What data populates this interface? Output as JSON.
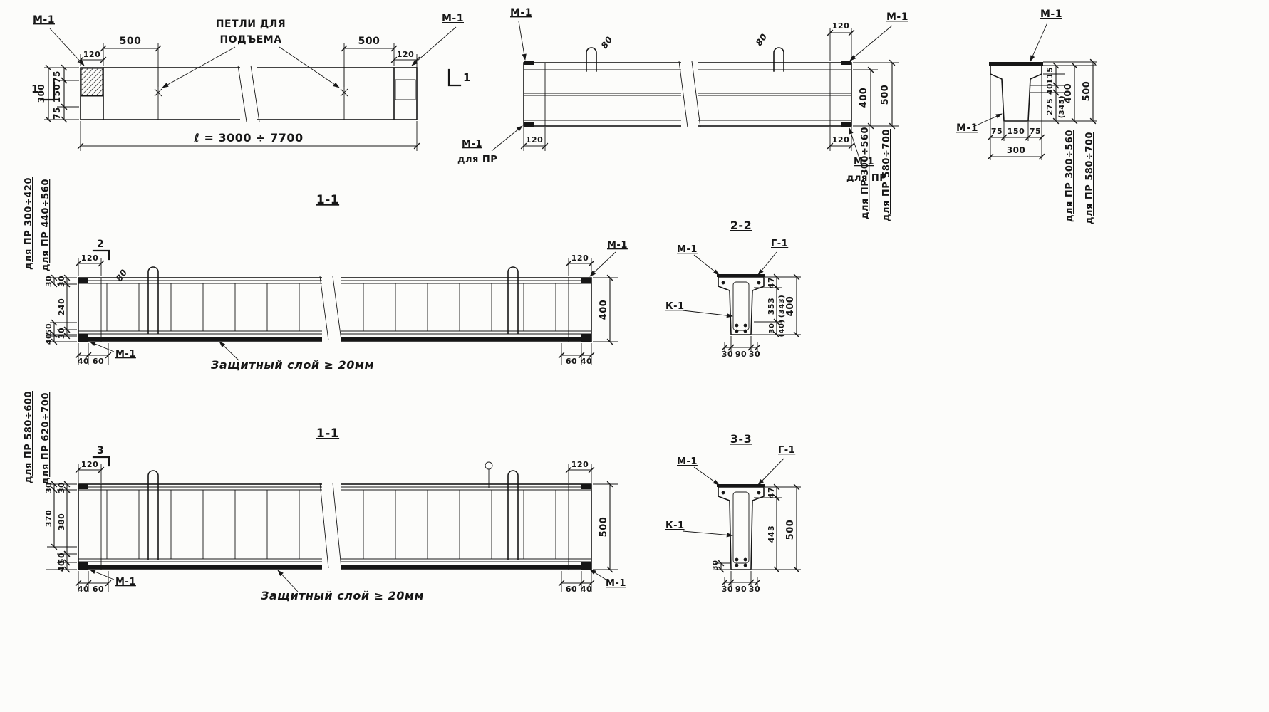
{
  "plan": {
    "m1": "М-1",
    "dim500": "500",
    "dim120": "120",
    "loops1": "ПЕТЛИ ДЛЯ",
    "loops2": "ПОДЪЕМА",
    "length": "ℓ = 3000 ÷ 7700",
    "dim75": "75",
    "dim150": "150",
    "dim300": "300",
    "cut": "1"
  },
  "elevation": {
    "m1": "М-1",
    "dim80": "80",
    "dim120": "120",
    "m1_pr1": "М-1",
    "m1_pr2": "для ПР",
    "dim400": "400",
    "dim500": "500",
    "range400": "для ПР 300÷560",
    "range500": "для ПР 580÷700"
  },
  "end_section": {
    "m1": "М-1",
    "dim115": "115",
    "dim40": "40",
    "dim275": "275",
    "alt345": "(345)",
    "dim400": "400",
    "dim500": "500",
    "range400": "для ПР 300÷560",
    "range500": "для ПР 580÷700",
    "dim75": "75",
    "dim150": "150",
    "dim300": "300"
  },
  "section_1_1_top": {
    "title": "1-1",
    "cut": "2",
    "range_a": "для ПР 300÷420",
    "range_b": "для ПР 440÷560",
    "dim120": "120",
    "dim80": "80",
    "m1": "М-1",
    "note": "Защитный слой ≥ 20мм",
    "dim30": "30",
    "dim240": "240",
    "dim50": "50",
    "dim40": "40",
    "dim60": "60",
    "dim400": "400"
  },
  "section_2_2": {
    "title": "2-2",
    "m1": "М-1",
    "g1": "Г-1",
    "k1": "К-1",
    "dim47": "47",
    "dim353": "353",
    "alt343": "(343)",
    "dim30": "30",
    "alt40": "(40)",
    "dim400": "400",
    "dim90": "90"
  },
  "section_1_1_bottom": {
    "title": "1-1",
    "cut": "3",
    "range_a": "для ПР 580÷600",
    "range_b": "для ПР 620÷700",
    "dim120": "120",
    "m1": "М-1",
    "note": "Защитный слой ≥ 20мм",
    "dim30": "30",
    "dim380": "380",
    "dim370": "370",
    "dim50": "50",
    "dim40": "40",
    "dim60": "60",
    "dim500": "500"
  },
  "section_3_3": {
    "title": "3-3",
    "m1": "М-1",
    "g1": "Г-1",
    "k1": "К-1",
    "dim47": "47",
    "dim443": "443",
    "dim500": "500",
    "dim30": "30",
    "dim90": "90"
  }
}
